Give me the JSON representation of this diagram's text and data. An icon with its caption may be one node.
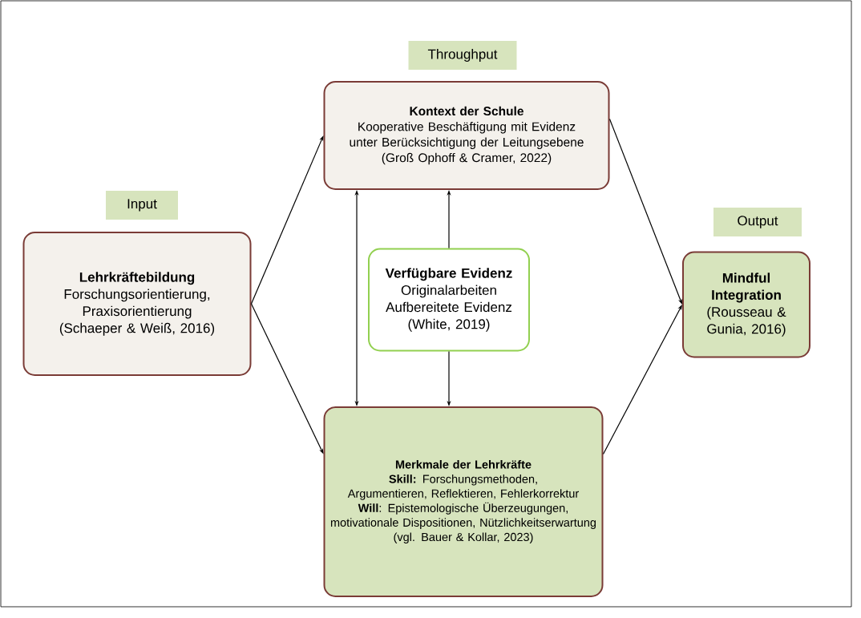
{
  "diagram": {
    "nodes": [
      {
        "text": [
          "Throughput"
        ]
      },
      {
        "text": [
          "Kontext der Schule",
          "Kooperative Beschäftigung mit Evidenz unter Berücksichtigung der Leitungsebene",
          "(Groß Ophoff & Cramer, 2022)"
        ]
      },
      {
        "text": [
          "Input"
        ]
      },
      {
        "text": [
          "Lehrkräftebildung",
          "Forschungsorientierung, Praxisorientierung",
          "(Schaeper & Weiß, 2016)"
        ]
      },
      {
        "text": [
          "Output"
        ]
      },
      {
        "text": [
          "Verfügbare Evidenz",
          "Originalarbeiten",
          "Aufbereitete Evidenz",
          "(White, 2019)"
        ]
      },
      {
        "text": [
          "Mindful Integration",
          "(Rousseau & Gunia, 2016)"
        ]
      },
      {
        "text": [
          "Merkmale der Lehrkräfte",
          "**Skill:** Forschungsmethoden, Argumentieren, Reflektieren, Fehlerkorrektur",
          "**Will**: Epistemologische Überzeugungen, motivationale Dispositionen, Nützlichkeitserwartung",
          "(vgl. Bauer & Kollar, 2023)"
        ]
      }
    ],
    "edges": [
      {
        "from": 3,
        "to": 1,
        "arrow": "to"
      },
      {
        "from": 3,
        "to": 7,
        "arrow": "to"
      },
      {
        "from": 1,
        "to": 7,
        "arrow": "both"
      },
      {
        "from": 5,
        "to": 1,
        "arrow": "to"
      },
      {
        "from": 5,
        "to": 7,
        "arrow": "to"
      },
      {
        "from": 1,
        "to": 6,
        "arrow": "to"
      },
      {
        "from": 7,
        "to": 6,
        "arrow": "to"
      }
    ]
  }
}
